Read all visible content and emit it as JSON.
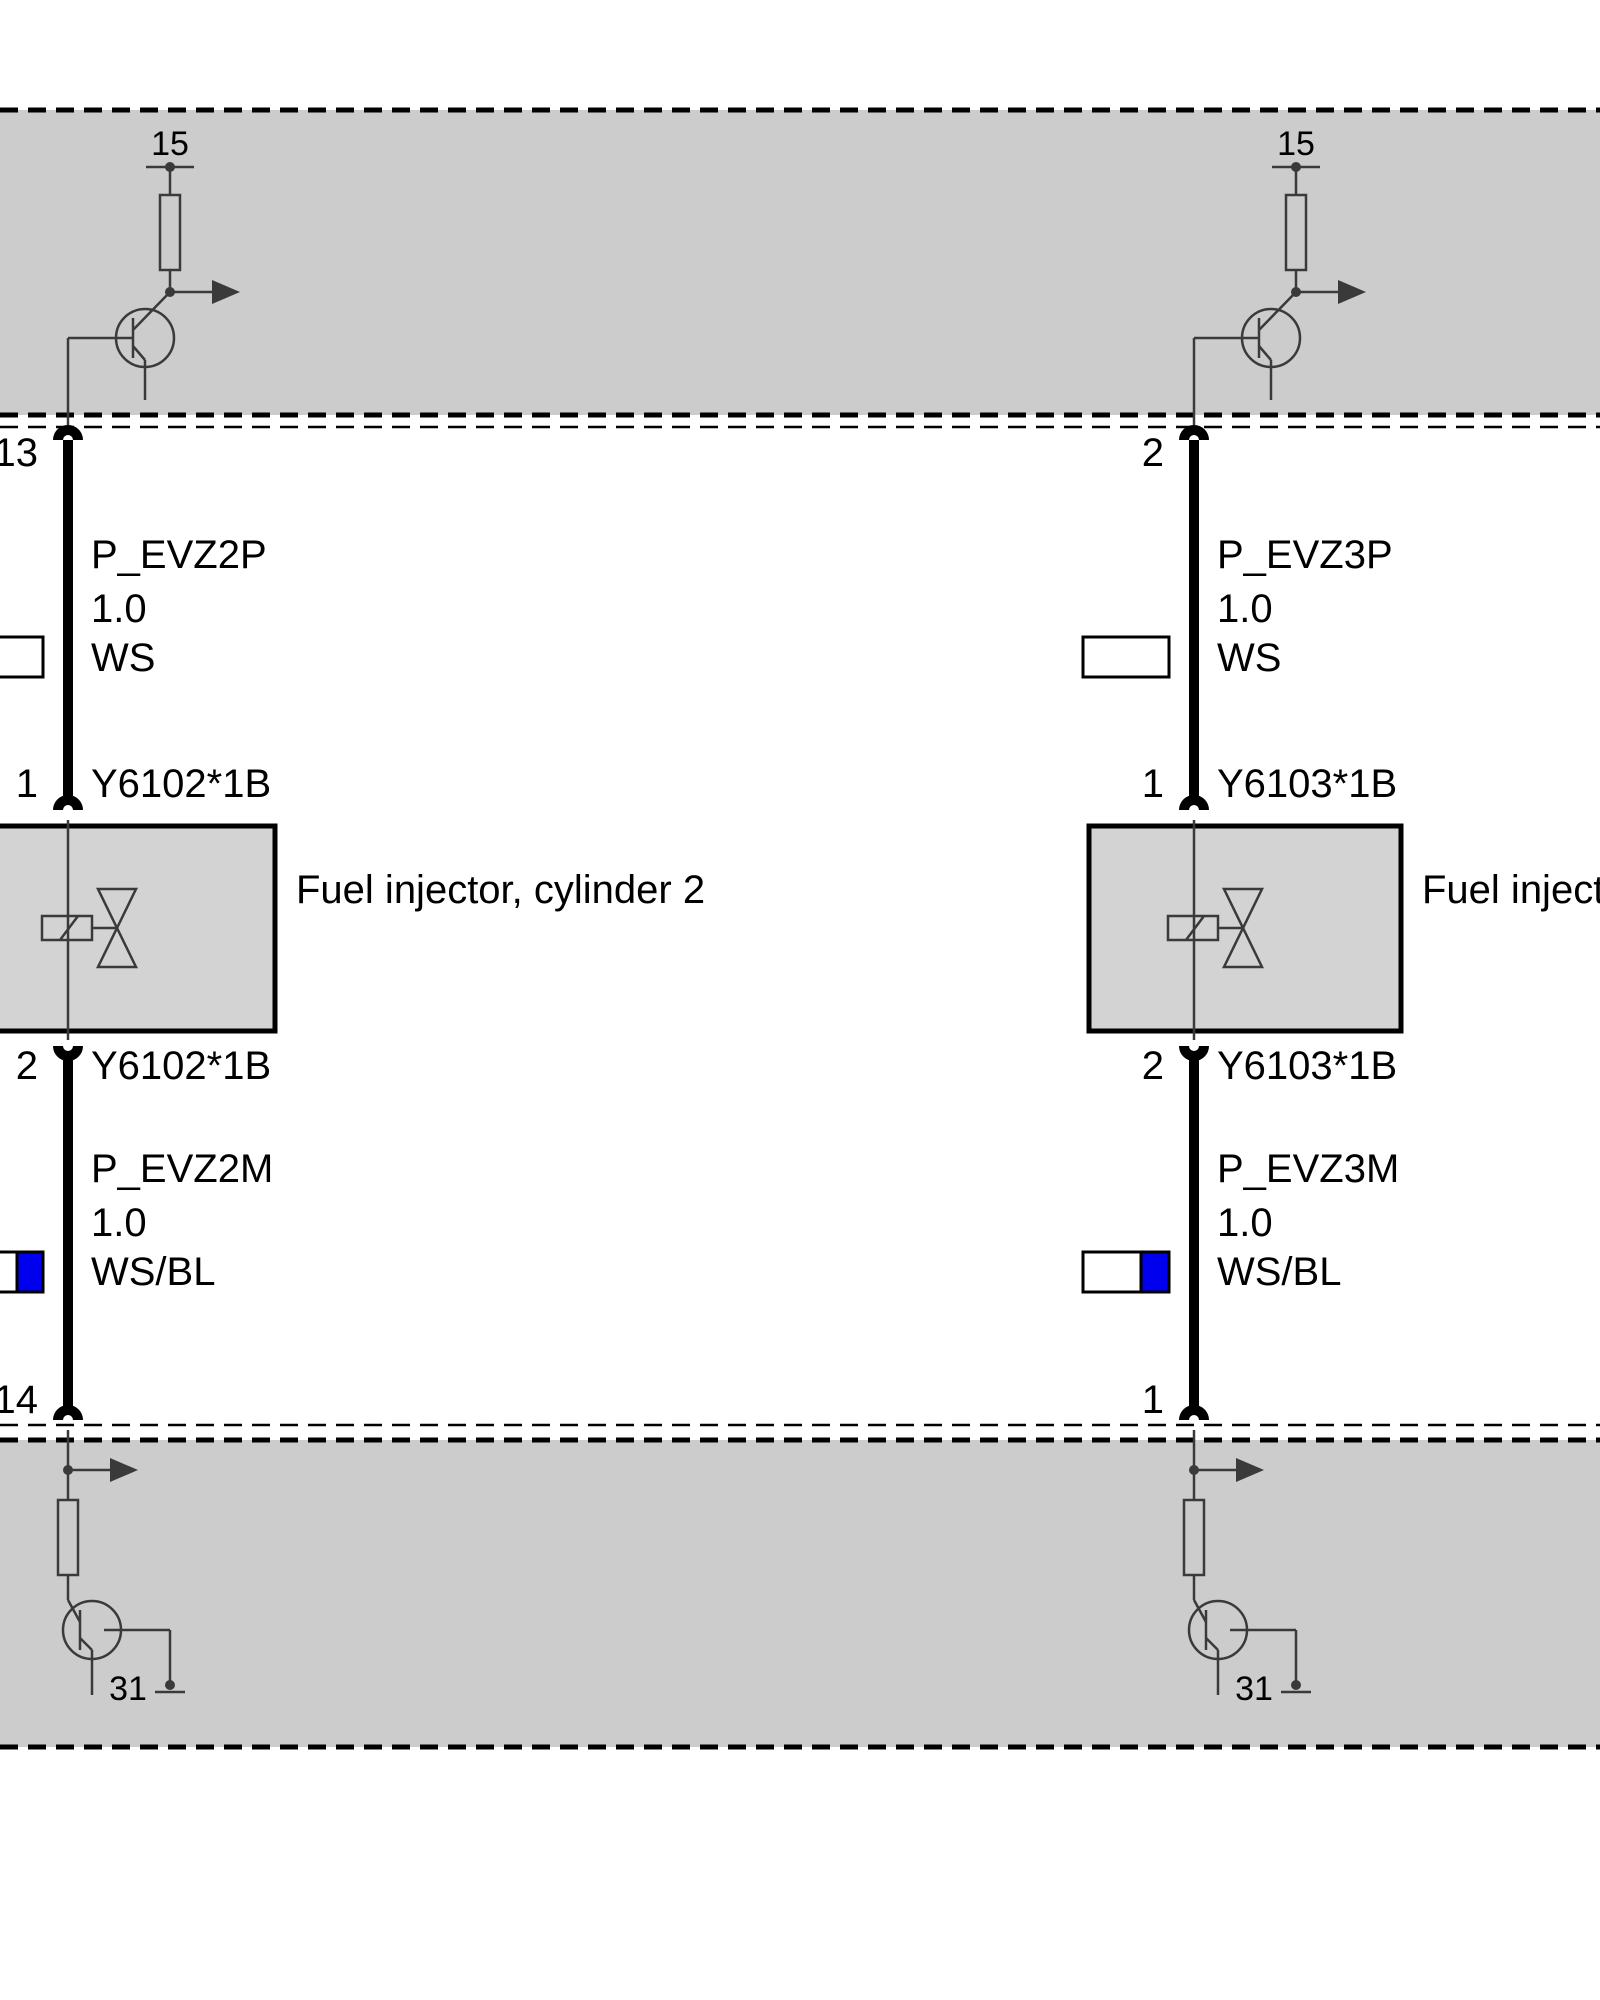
{
  "colors": {
    "module_fill": "#cccccc",
    "injector_fill": "#d3d3d3",
    "swatch_white": "#ffffff",
    "swatch_blue": "#0000ee"
  },
  "circuits": [
    {
      "top_terminal": "15",
      "top_pin": "13",
      "plus_wire": {
        "name": "P_EVZ2P",
        "size": "1.0",
        "color": "WS"
      },
      "injector_pin_top": "1",
      "connector_top": "Y6102*1B",
      "injector_label": "Fuel injector, cylinder 2",
      "injector_pin_bottom": "2",
      "connector_bottom": "Y6102*1B",
      "minus_wire": {
        "name": "P_EVZ2M",
        "size": "1.0",
        "color": "WS/BL"
      },
      "bottom_pin": "14",
      "ground_terminal": "31"
    },
    {
      "top_terminal": "15",
      "top_pin": "2",
      "plus_wire": {
        "name": "P_EVZ3P",
        "size": "1.0",
        "color": "WS"
      },
      "injector_pin_top": "1",
      "connector_top": "Y6103*1B",
      "injector_label": "Fuel inject",
      "injector_pin_bottom": "2",
      "connector_bottom": "Y6103*1B",
      "minus_wire": {
        "name": "P_EVZ3M",
        "size": "1.0",
        "color": "WS/BL"
      },
      "bottom_pin": "1",
      "ground_terminal": "31"
    }
  ]
}
